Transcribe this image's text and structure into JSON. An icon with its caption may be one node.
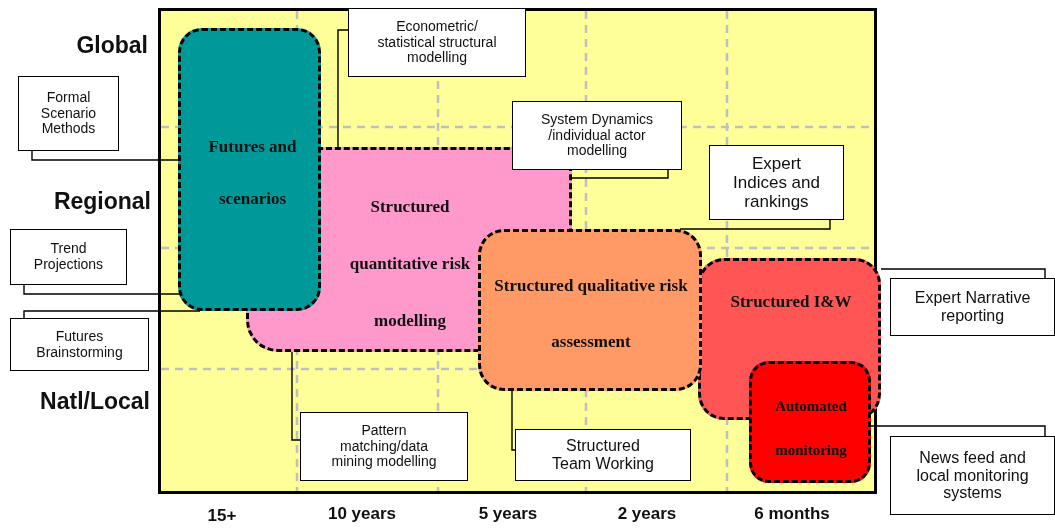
{
  "diagram": {
    "nodes": [
      {
        "text": [
          "Futures and scenarios"
        ]
      },
      {
        "text": [
          "Structured quantitative risk modelling"
        ]
      },
      {
        "text": [
          "Structured qualitative risk assessment"
        ]
      },
      {
        "text": [
          "Structured I&W"
        ]
      },
      {
        "text": [
          "Automated monitoring"
        ]
      },
      {
        "text": [
          "Econometric/ statistical structural modelling"
        ]
      },
      {
        "text": [
          "Formal Scenario Methods"
        ]
      },
      {
        "text": [
          "System Dynamics /individual actor modelling"
        ]
      },
      {
        "text": [
          "Expert Indices and rankings"
        ]
      },
      {
        "text": [
          "Trend Projections"
        ]
      },
      {
        "text": [
          "Expert Narrative reporting"
        ]
      },
      {
        "text": [
          "Futures Brainstorming"
        ]
      },
      {
        "text": [
          "Pattern matching/data mining modelling"
        ]
      },
      {
        "text": [
          "Structured Team Working"
        ]
      },
      {
        "text": [
          "News feed and local monitoring systems"
        ]
      }
    ],
    "edges": [
      {
        "from": 6,
        "to": 0,
        "arrow": "none"
      },
      {
        "from": 9,
        "to": 0,
        "arrow": "none"
      },
      {
        "from": 11,
        "to": 0,
        "arrow": "none"
      },
      {
        "from": 5,
        "to": 1,
        "arrow": "none"
      },
      {
        "from": 7,
        "to": 1,
        "arrow": "none"
      },
      {
        "from": 8,
        "to": 2,
        "arrow": "none"
      },
      {
        "from": 10,
        "to": 3,
        "arrow": "none"
      },
      {
        "from": 14,
        "to": 4,
        "arrow": "none"
      },
      {
        "from": 12,
        "to": 1,
        "arrow": "none"
      },
      {
        "from": 13,
        "to": 2,
        "arrow": "none"
      }
    ],
    "labels": [
      "Global",
      "Regional",
      "Natl/Local",
      "15+",
      "10 years",
      "5 years",
      "2 years",
      "6 months"
    ]
  }
}
